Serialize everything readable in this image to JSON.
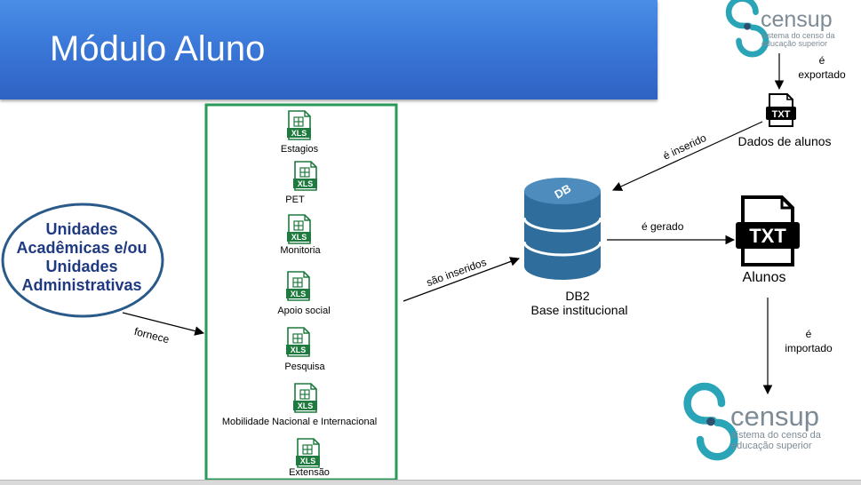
{
  "title": "Módulo Aluno",
  "source": {
    "lines": [
      "Unidades",
      "Acadêmicas e/ou",
      "Unidades",
      "Administrativas"
    ]
  },
  "xls_badge": "XLS",
  "files": [
    {
      "label": "Estagios"
    },
    {
      "label": "PET"
    },
    {
      "label": "Monitoria"
    },
    {
      "label": "Apoio social"
    },
    {
      "label": "Pesquisa"
    },
    {
      "label": "Mobilidade Nacional e Internacional"
    },
    {
      "label": "Extensão"
    }
  ],
  "edges": {
    "fornece": "fornece",
    "sao_inseridos": "são inseridos",
    "e_inserido": "é inserido",
    "e_gerado": "é gerado",
    "e_exportado_1": "é",
    "e_exportado_2": "exportado",
    "e_importado_1": "é",
    "e_importado_2": "importado"
  },
  "database": {
    "icon_label": "DB",
    "name": "DB2",
    "caption": "Base institucional"
  },
  "txt_badge": "TXT",
  "dados_alunos": "Dados de alunos",
  "alunos": "Alunos",
  "censup": {
    "word": "censup",
    "tagline_1": "sistema do censo da",
    "tagline_2": "educação superior"
  },
  "colors": {
    "title_bg": "#3a78d8",
    "green_box": "#2a9a5a",
    "xls_green": "#1e7a3e",
    "db_blue": "#2f6e9c",
    "ellipse_border": "#2a5a8a",
    "ellipse_text": "#1f3a80",
    "censup_teal": "#2aa5b8",
    "censup_gray": "#7d8b96"
  }
}
